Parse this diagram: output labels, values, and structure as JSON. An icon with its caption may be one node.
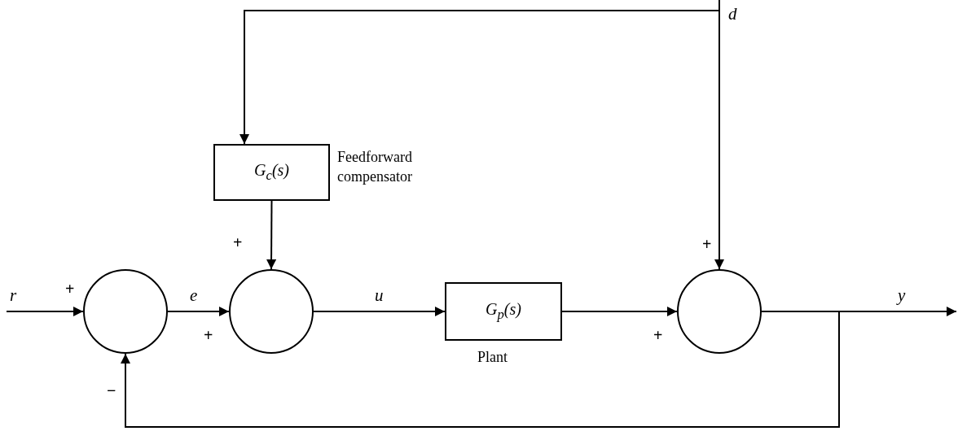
{
  "diagram": {
    "nodes": [
      {
        "text": [],
        "shape": "circle"
      },
      {
        "text": [
          "G$_{c}$(s)"
        ],
        "beside": [
          "Feedforward compensator"
        ]
      },
      {
        "text": [],
        "shape": "circle"
      },
      {
        "text": [
          "G$_{p}$(s)"
        ],
        "beside": [
          "Plant"
        ]
      },
      {
        "text": [],
        "shape": "circle"
      }
    ],
    "edges": [
      {
        "from": null,
        "to": 0,
        "arrow": "to",
        "label": "r"
      },
      {
        "from": 0,
        "to": 2,
        "arrow": "to",
        "label": "e"
      },
      {
        "from": 1,
        "to": 2,
        "arrow": "to"
      },
      {
        "from": 2,
        "to": 3,
        "arrow": "to",
        "label": "u"
      },
      {
        "from": 3,
        "to": 4,
        "arrow": "to"
      },
      {
        "from": null,
        "to": 4,
        "arrow": "to",
        "label": "d"
      },
      {
        "from": null,
        "to": 1,
        "arrow": "to"
      },
      {
        "from": 4,
        "to": null,
        "arrow": "to",
        "label": "y"
      },
      {
        "from": 4,
        "to": 0,
        "arrow": "to"
      }
    ],
    "labels": [
      "+",
      "+",
      "+",
      "+",
      "+",
      "−"
    ]
  }
}
